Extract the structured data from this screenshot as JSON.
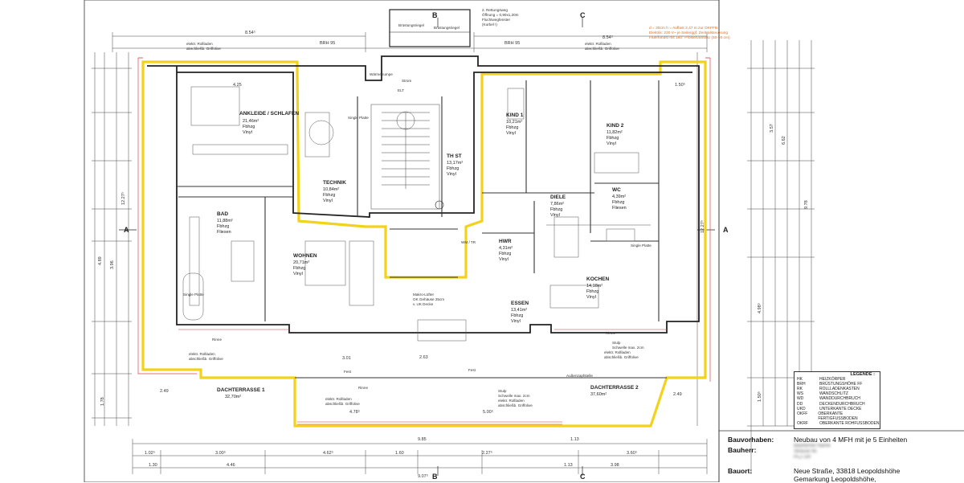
{
  "rooms": {
    "ankleide": {
      "name": "ANKLEIDE / SCHLAFEN",
      "area": "21,46m²",
      "floor": "Fbhzg",
      "mat": "Vinyl"
    },
    "technik": {
      "name": "TECHNIK",
      "area": "10,84m²",
      "floor": "Fbhzg",
      "mat": "Vinyl"
    },
    "th": {
      "name": "TH ST",
      "area": "13,17m²",
      "floor": "Fbhzg",
      "mat": "Vinyl"
    },
    "kind1": {
      "name": "KIND 1",
      "area": "10,21m²",
      "floor": "Fbhzg",
      "mat": "Vinyl"
    },
    "kind2": {
      "name": "KIND 2",
      "area": "11,82m²",
      "floor": "Fbhzg",
      "mat": "Vinyl"
    },
    "bad": {
      "name": "BAD",
      "area": "11,88m²",
      "floor": "Fbhzg",
      "mat": "Fliesen"
    },
    "wohnen": {
      "name": "WOHNEN",
      "area": "20,71m²",
      "floor": "Fbhzg",
      "mat": "Vinyl"
    },
    "diele": {
      "name": "DIELE",
      "area": "7,86m²",
      "floor": "Fbhzg",
      "mat": "Vinyl"
    },
    "wc": {
      "name": "WC",
      "area": "4,39m²",
      "floor": "Fbhzg",
      "mat": "Fliesen"
    },
    "hwr": {
      "name": "HWR",
      "area": "4,31m²",
      "floor": "Fbhzg",
      "mat": "Vinyl"
    },
    "kochen": {
      "name": "KOCHEN",
      "area": "14,18m²",
      "floor": "Fbhzg",
      "mat": "Vinyl"
    },
    "essen": {
      "name": "ESSEN",
      "area": "13,41m²",
      "floor": "Fbhzg",
      "mat": "Vinyl"
    },
    "terrasse1": {
      "name": "DACHTERRASSE 1",
      "area": "32,70m²"
    },
    "terrasse2": {
      "name": "DACHTERRASSE 2",
      "area": "37,60m²"
    }
  },
  "notes": {
    "rettungsweg_1": "2. Rettungsweg",
    "rettungsweg_2": "Öffnung = 0,90x1,20m",
    "rettungsweg_3": "Fluchtwegfenster",
    "rettungsweg_4": "(Kurbel !)",
    "bruestung_l": "Brüstungsriegel",
    "bruestung_r": "Brüstungsriegel",
    "rolladen": "elektr. Rollladen",
    "griffolive": "abschließb. Griffolive",
    "waermepumpe": "Wärmepumpe",
    "strom": "Strom",
    "elt": "ELT",
    "single_platte": "Single Platte",
    "wm_tr": "WM / TR",
    "lueft_1": "Makro-Lüfter",
    "lueft_2": "OK Gehäuse 25cm",
    "lueft_3": "v. UK Decke",
    "schwelle_1": "Stulp",
    "schwelle_2": "Schwelle max. 2cm",
    "rinne": "Rinne",
    "fest": "Fest",
    "aussen": "Außenzapfstelle",
    "orange_1": "d = 30cm h = Auflast 2,47 m zur OKFFB",
    "orange_2": "Elektrik: 230 V~ je Seite/ggf. Zentralsteuerung",
    "orange_3": "Fluerfundst mit 180° Pfosten/ansatz (60-50 cm)"
  },
  "dims": {
    "top_left": "8.54⁵",
    "top_right": "8.54⁵",
    "brh95a": "BRH 95",
    "brh95b": "BRH 95",
    "d425": "4.25",
    "d150": "1.50⁵",
    "d178": "1.78",
    "d249a": "2.49",
    "d249b": "2.49",
    "d985": "9.85",
    "d478": "4.78⁵",
    "d500": "5.00⁵",
    "d301": "3.01",
    "d263": "2.63",
    "d113": "1.13",
    "b1": "1.30",
    "b2": "4.46",
    "b3": "9.07⁵",
    "b4": "3.98",
    "b5": "1.13",
    "b6": "3.00⁵",
    "b7": "4.62⁵",
    "b8": "1.60",
    "b9": "2.27⁵",
    "b10": "3.60⁵",
    "b11": "1.02⁵",
    "r1": "12.27⁵",
    "r2": "12.27⁵",
    "r3": "3.57",
    "r4": "6.62",
    "r5": "9.78",
    "r6": "4.98⁵",
    "r7": "1.50⁵",
    "r8": "3.96",
    "r9": "4.89"
  },
  "sections": {
    "a_left": "A",
    "a_right": "A",
    "b_top": "B",
    "b_bottom": "B",
    "c_top": "C",
    "c_bottom": "C"
  },
  "legend": {
    "title": "LEGENDE :",
    "items": [
      {
        "k": "HK",
        "v": "HEIZKÖRPER"
      },
      {
        "k": "BRH",
        "v": "BRÜSTUNGSHÖHE FF"
      },
      {
        "k": "RK",
        "v": "ROLLLADENKASTEN"
      },
      {
        "k": "WS",
        "v": "WANDSCHLITZ"
      },
      {
        "k": "WD",
        "v": "WANDDURCHBRUCH"
      },
      {
        "k": "DD",
        "v": "DECKENDURCHBRUCH"
      },
      {
        "k": "UKD",
        "v": "UNTERKANTE DECKE"
      },
      {
        "k": "OKFF",
        "v": "OBERKANTE FERTIGFUSSBODEN"
      },
      {
        "k": "OKRF",
        "v": "OBERKANTE ROHFUSSBODEN"
      }
    ]
  },
  "info": {
    "bauvorhaben_key": "Bauvorhaben:",
    "bauvorhaben_val": "Neubau von 4 MFH mit je 5 Einheiten",
    "bauherr_key": "Bauherr:",
    "bauherr_val_1": "Bauherren Name",
    "bauherr_val_2": "Strasse Nr.",
    "bauherr_val_3": "PLZ Ort",
    "bauort_key": "Bauort:",
    "bauort_val_1": "Neue Straße, 33818 Leopoldshöhe",
    "bauort_val_2": "Gemarkung Leopoldshöhe,"
  }
}
